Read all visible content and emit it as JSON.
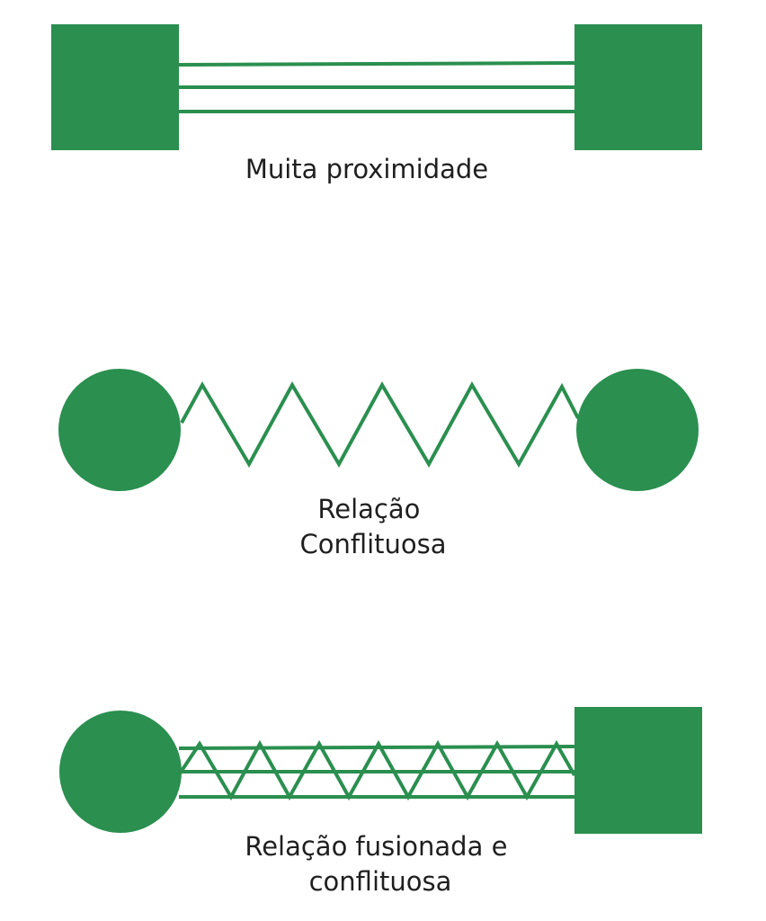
{
  "colors": {
    "node": "#2a8f4f",
    "line": "#2a8f4f",
    "text": "#1f1f1f",
    "background": "#ffffff"
  },
  "panels": [
    {
      "id": "close",
      "left_shape": "square",
      "right_shape": "square",
      "connector": "triple-parallel-lines",
      "label_lines": [
        "Muita proximidade"
      ]
    },
    {
      "id": "conflict",
      "left_shape": "circle",
      "right_shape": "circle",
      "connector": "zigzag",
      "label_lines": [
        "Relação",
        "Conflituosa"
      ]
    },
    {
      "id": "fused-conflict",
      "left_shape": "circle",
      "right_shape": "square",
      "connector": "triple-lines-with-zigzag",
      "label_lines": [
        "Relação fusionada e",
        "conflituosa"
      ]
    }
  ]
}
